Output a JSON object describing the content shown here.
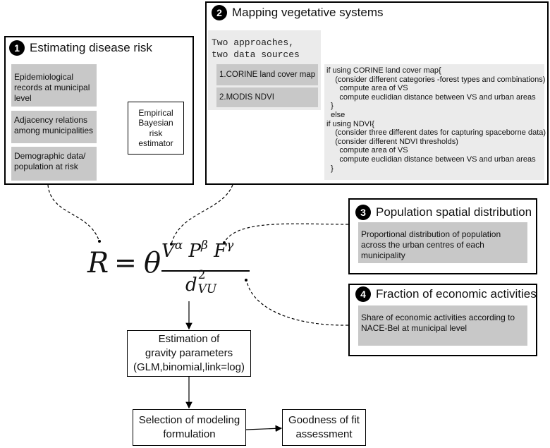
{
  "panel1": {
    "number": "1",
    "title": "Estimating disease risk",
    "inputs": [
      [
        "Epidemiological",
        "records at municipal",
        "level"
      ],
      [
        "Adjacency relations",
        "among municipalities"
      ],
      [
        "Demographic data/",
        "population at risk"
      ]
    ],
    "estimator": [
      "Empirical",
      "Bayesian",
      "risk",
      "estimator"
    ]
  },
  "panel2": {
    "number": "2",
    "title": "Mapping vegetative systems",
    "approaches_title": [
      "Two approaches,",
      "two data sources"
    ],
    "option1": "1.CORINE land cover map",
    "option2": "2.MODIS NDVI",
    "code": [
      "if using CORINE land cover map{",
      "    (consider different categories -forest types and combinations)",
      "      compute area of VS",
      "      compute euclidian distance between VS and urban areas",
      "  }",
      "  else",
      "if using NDVI{",
      "    (consider three different dates for capturing spaceborne data)",
      "    (consider different NDVI thresholds)",
      "      compute area of VS",
      "      compute euclidian distance between VS and urban areas",
      "  }"
    ]
  },
  "panel3": {
    "number": "3",
    "title": "Population spatial distribution",
    "text": [
      "Proportional distribution of population",
      "across the urban centres of each municipality"
    ]
  },
  "panel4": {
    "number": "4",
    "title": "Fraction of economic activities",
    "text": [
      "Share of economic activities according to",
      "NACE-Bel at municipal level"
    ]
  },
  "formula": {
    "R": "R",
    "eq": "=",
    "theta": "θ",
    "V": "V",
    "alpha": "α",
    "P": "P",
    "beta": "β",
    "F": "F",
    "gamma": "γ",
    "d": "d",
    "d_sup": "2",
    "d_sub": "VU"
  },
  "flow": {
    "estimation": [
      "Estimation of",
      "gravity parameters",
      "(GLM,binomial,link=log)"
    ],
    "selection": [
      "Selection of modeling",
      "formulation"
    ],
    "goodness": [
      "Goodness of fit",
      "assessment"
    ]
  }
}
